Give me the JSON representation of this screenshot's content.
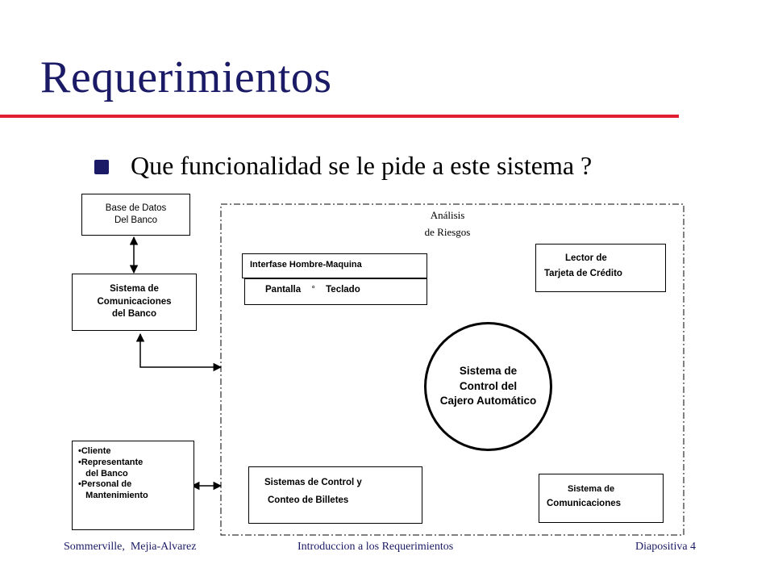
{
  "slide": {
    "title": "Requerimientos",
    "bullet": "Que funcionalidad  se le pide a este sistema ?"
  },
  "diagram": {
    "db_box": [
      "Base de Datos",
      "Del Banco"
    ],
    "bank_comm_box": [
      "Sistema de",
      "Comunicaciones",
      "del Banco"
    ],
    "people_box": [
      "•Cliente",
      "•Representante",
      "   del Banco",
      "•Personal de",
      "   Mantenimiento"
    ],
    "risk_label": [
      "Análisis",
      "de Riesgos"
    ],
    "hmi_header": "Interfase  Hombre-Maquina",
    "hmi_sub": [
      "Pantalla",
      "°",
      "Teclado"
    ],
    "card_reader": [
      "Lector  de",
      "Tarjeta de Crédito"
    ],
    "core_circle": [
      "Sistema de",
      "Control del",
      "Cajero Automático"
    ],
    "bill_box": [
      "Sistemas de Control  y",
      "Conteo de Billetes"
    ],
    "comm_box": [
      "Sistema de",
      "Comunicaciones"
    ]
  },
  "footer": {
    "authors": "Sommerville,  Mejia-Alvarez",
    "topic": "Introduccion a los Requerimientos",
    "page": "Diapositiva 4"
  },
  "colors": {
    "title": "#1a1a66",
    "rule": "#e0202e",
    "footer": "#1a1a66"
  }
}
